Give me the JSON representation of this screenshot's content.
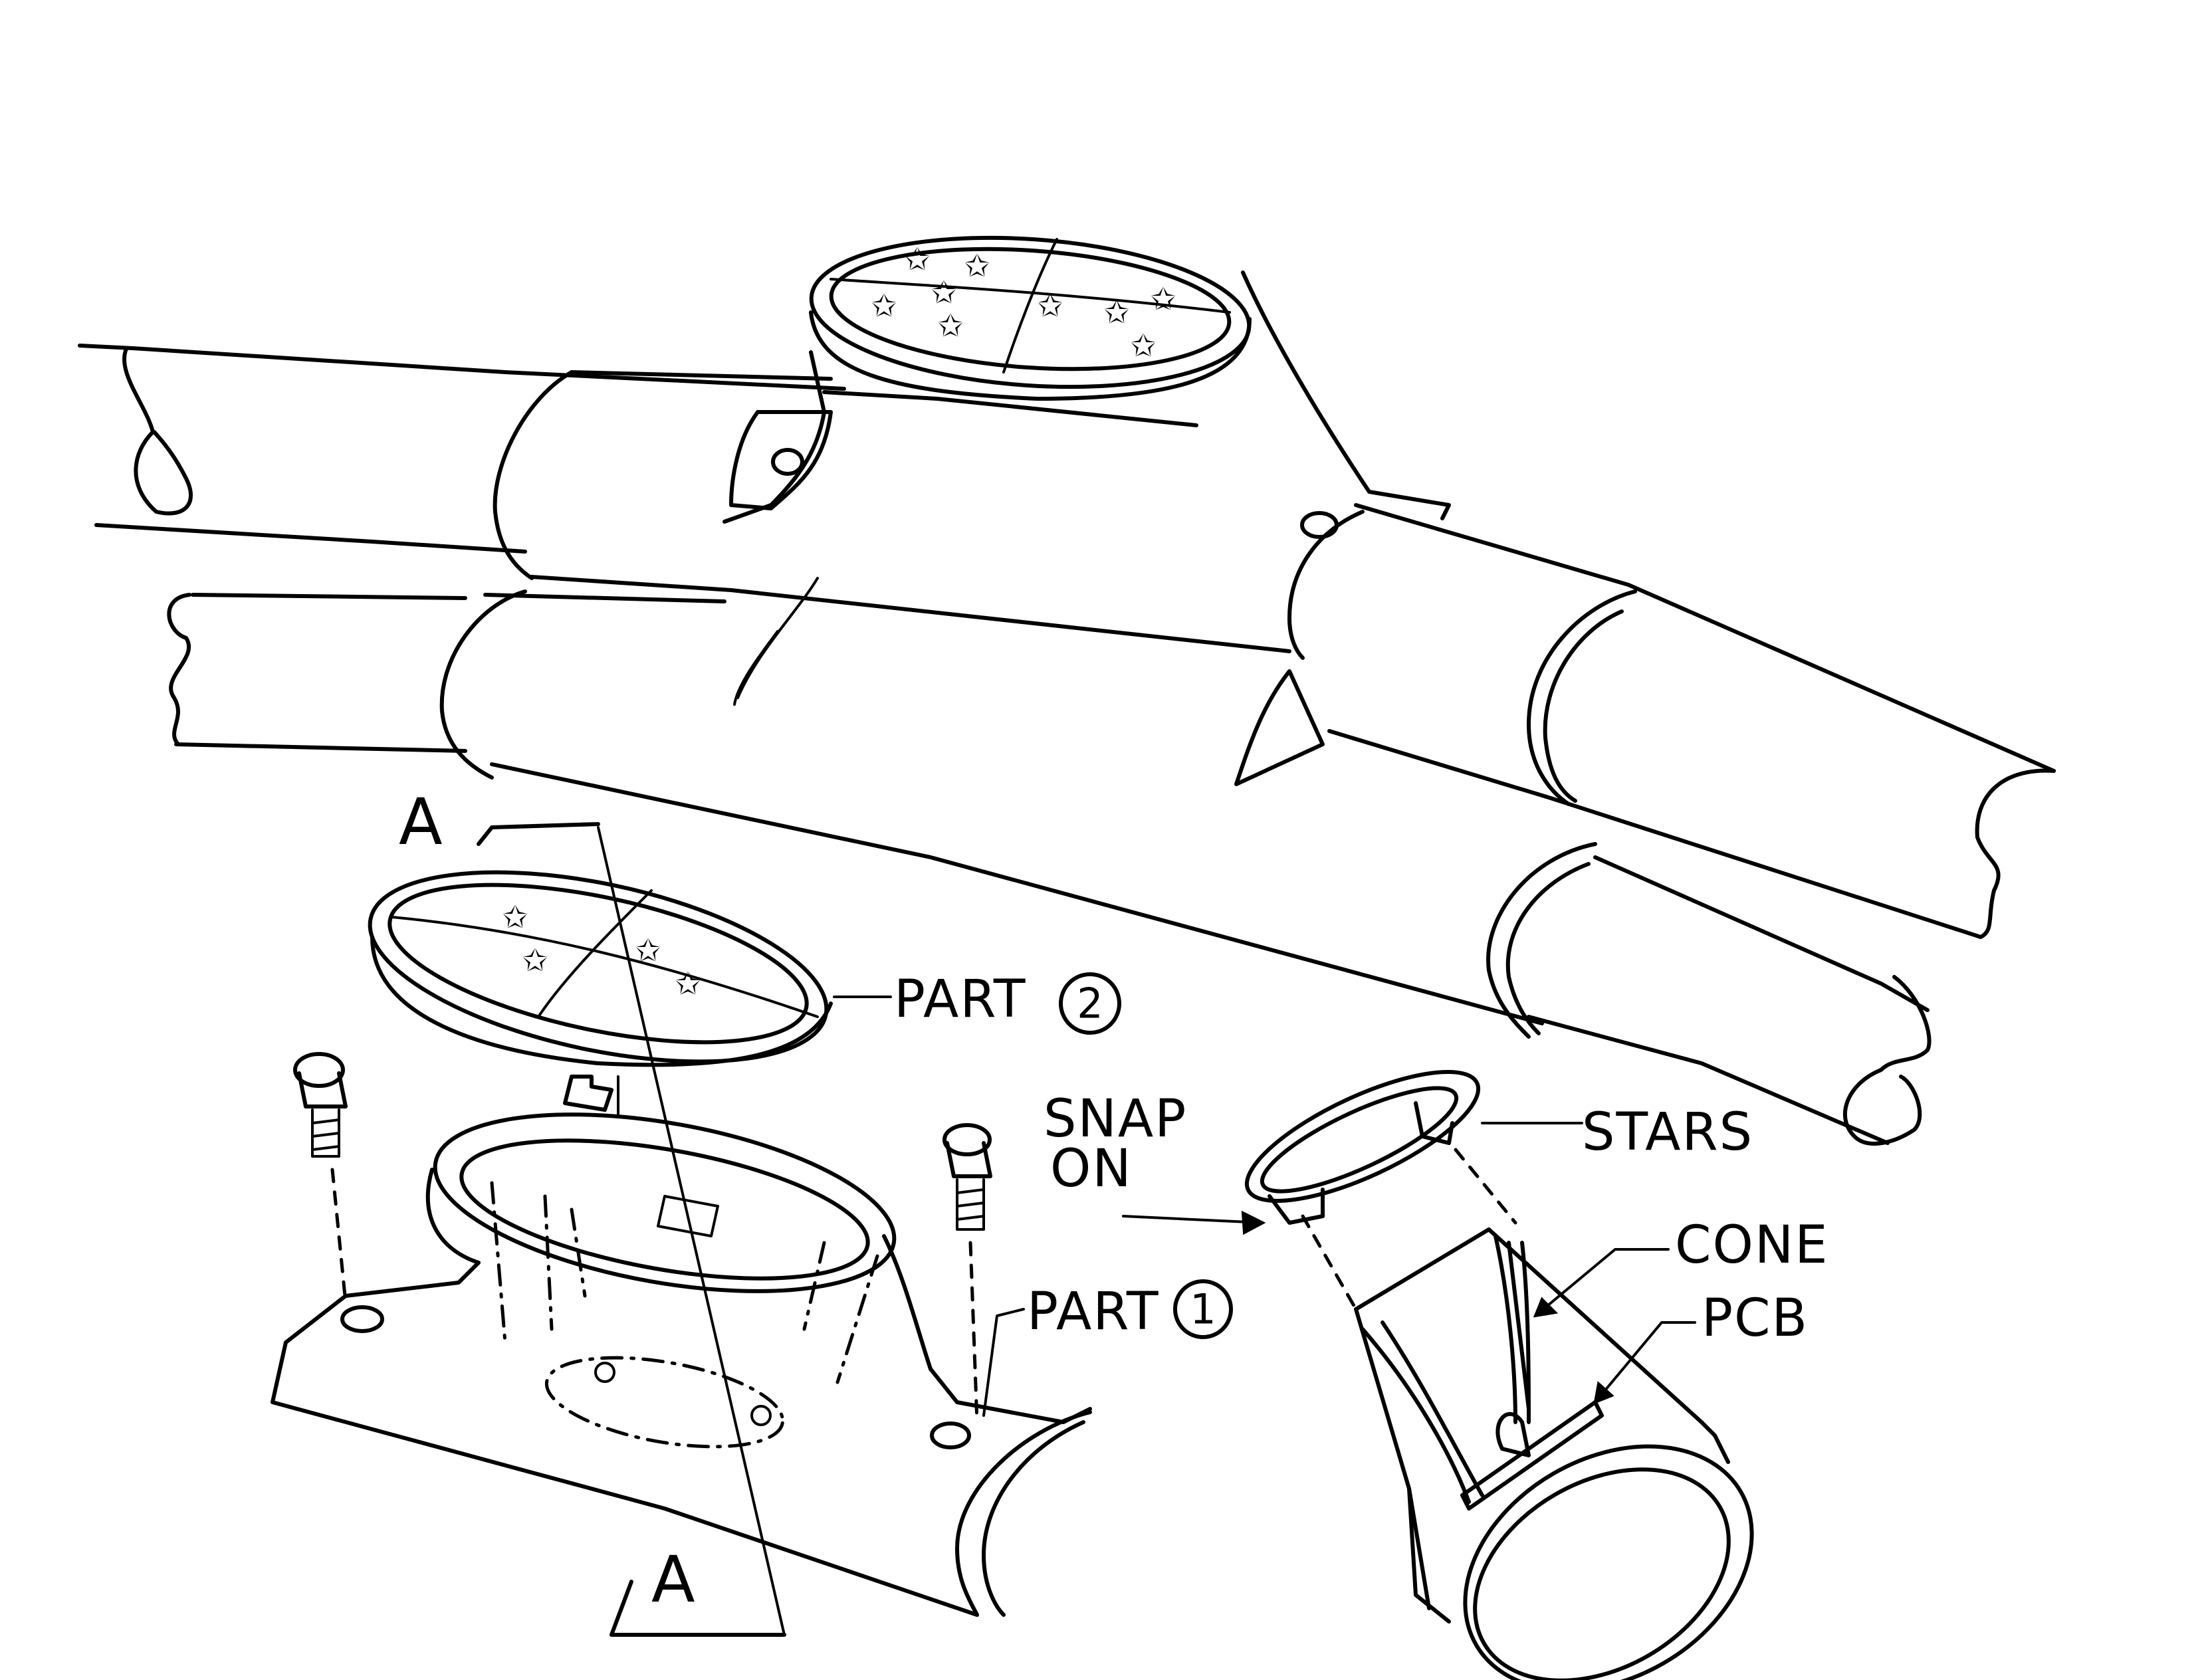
{
  "labels": {
    "part2": "PART",
    "part2_num": "2",
    "part1": "PART",
    "part1_num": "1",
    "snap_line1": "SNAP",
    "snap_line2": "ON",
    "stars": "STARS",
    "cone": "CONE",
    "pcb": "PCB",
    "section_top": "A",
    "section_bottom": "A"
  },
  "icons": {
    "screw": "screw-icon",
    "star": "star-glyph",
    "arrow": "arrow-icon"
  }
}
